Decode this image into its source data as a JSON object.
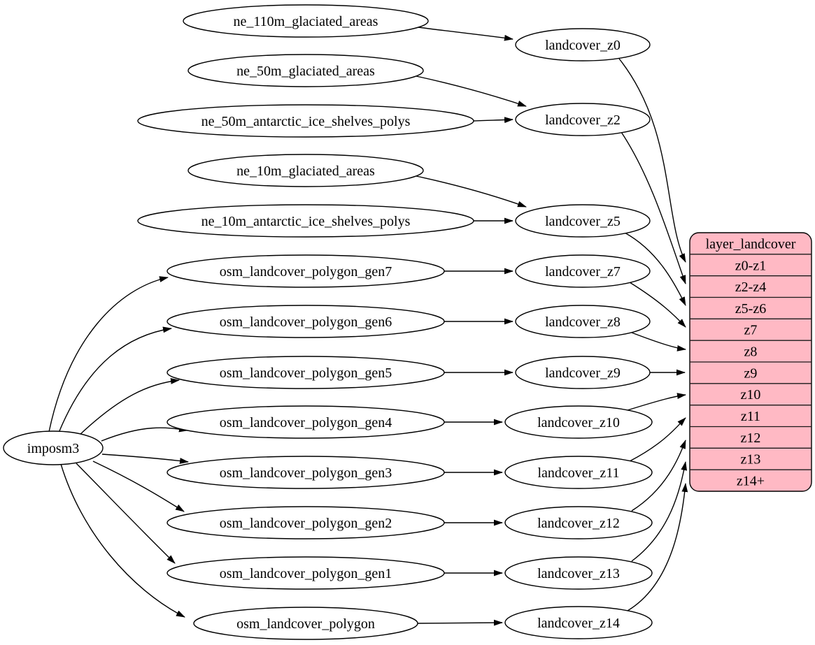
{
  "nodes": {
    "imposm3": "imposm3",
    "ne110": "ne_110m_glaciated_areas",
    "ne50": "ne_50m_glaciated_areas",
    "ne50ant": "ne_50m_antarctic_ice_shelves_polys",
    "ne10": "ne_10m_glaciated_areas",
    "ne10ant": "ne_10m_antarctic_ice_shelves_polys",
    "gen7": "osm_landcover_polygon_gen7",
    "gen6": "osm_landcover_polygon_gen6",
    "gen5": "osm_landcover_polygon_gen5",
    "gen4": "osm_landcover_polygon_gen4",
    "gen3": "osm_landcover_polygon_gen3",
    "gen2": "osm_landcover_polygon_gen2",
    "gen1": "osm_landcover_polygon_gen1",
    "poly": "osm_landcover_polygon",
    "z0": "landcover_z0",
    "z2": "landcover_z2",
    "z5": "landcover_z5",
    "z7": "landcover_z7",
    "z8": "landcover_z8",
    "z9": "landcover_z9",
    "z10": "landcover_z10",
    "z11": "landcover_z11",
    "z12": "landcover_z12",
    "z13": "landcover_z13",
    "z14": "landcover_z14"
  },
  "table": {
    "title": "layer_landcover",
    "rows": [
      "z0-z1",
      "z2-z4",
      "z5-z6",
      "z7",
      "z8",
      "z9",
      "z10",
      "z11",
      "z12",
      "z13",
      "z14+"
    ]
  },
  "colors": {
    "background": "#ffffff",
    "node_fill": "#ffffff",
    "table_fill": "#ffb9c4",
    "stroke": "#000000"
  },
  "edges": [
    {
      "from": "imposm3",
      "to": "osm_landcover_polygon_gen7"
    },
    {
      "from": "imposm3",
      "to": "osm_landcover_polygon_gen6"
    },
    {
      "from": "imposm3",
      "to": "osm_landcover_polygon_gen5"
    },
    {
      "from": "imposm3",
      "to": "osm_landcover_polygon_gen4"
    },
    {
      "from": "imposm3",
      "to": "osm_landcover_polygon_gen3"
    },
    {
      "from": "imposm3",
      "to": "osm_landcover_polygon_gen2"
    },
    {
      "from": "imposm3",
      "to": "osm_landcover_polygon_gen1"
    },
    {
      "from": "imposm3",
      "to": "osm_landcover_polygon"
    },
    {
      "from": "ne_110m_glaciated_areas",
      "to": "landcover_z0"
    },
    {
      "from": "ne_50m_glaciated_areas",
      "to": "landcover_z2"
    },
    {
      "from": "ne_50m_antarctic_ice_shelves_polys",
      "to": "landcover_z2"
    },
    {
      "from": "ne_10m_glaciated_areas",
      "to": "landcover_z5"
    },
    {
      "from": "ne_10m_antarctic_ice_shelves_polys",
      "to": "landcover_z5"
    },
    {
      "from": "osm_landcover_polygon_gen7",
      "to": "landcover_z7"
    },
    {
      "from": "osm_landcover_polygon_gen6",
      "to": "landcover_z8"
    },
    {
      "from": "osm_landcover_polygon_gen5",
      "to": "landcover_z9"
    },
    {
      "from": "osm_landcover_polygon_gen4",
      "to": "landcover_z10"
    },
    {
      "from": "osm_landcover_polygon_gen3",
      "to": "landcover_z11"
    },
    {
      "from": "osm_landcover_polygon_gen2",
      "to": "landcover_z12"
    },
    {
      "from": "osm_landcover_polygon_gen1",
      "to": "landcover_z13"
    },
    {
      "from": "osm_landcover_polygon",
      "to": "landcover_z14"
    },
    {
      "from": "landcover_z0",
      "to": "layer_landcover:z0-z1"
    },
    {
      "from": "landcover_z2",
      "to": "layer_landcover:z2-z4"
    },
    {
      "from": "landcover_z5",
      "to": "layer_landcover:z5-z6"
    },
    {
      "from": "landcover_z7",
      "to": "layer_landcover:z7"
    },
    {
      "from": "landcover_z8",
      "to": "layer_landcover:z8"
    },
    {
      "from": "landcover_z9",
      "to": "layer_landcover:z9"
    },
    {
      "from": "landcover_z10",
      "to": "layer_landcover:z10"
    },
    {
      "from": "landcover_z11",
      "to": "layer_landcover:z11"
    },
    {
      "from": "landcover_z12",
      "to": "layer_landcover:z12"
    },
    {
      "from": "landcover_z13",
      "to": "layer_landcover:z13"
    },
    {
      "from": "landcover_z14",
      "to": "layer_landcover:z14+"
    }
  ]
}
